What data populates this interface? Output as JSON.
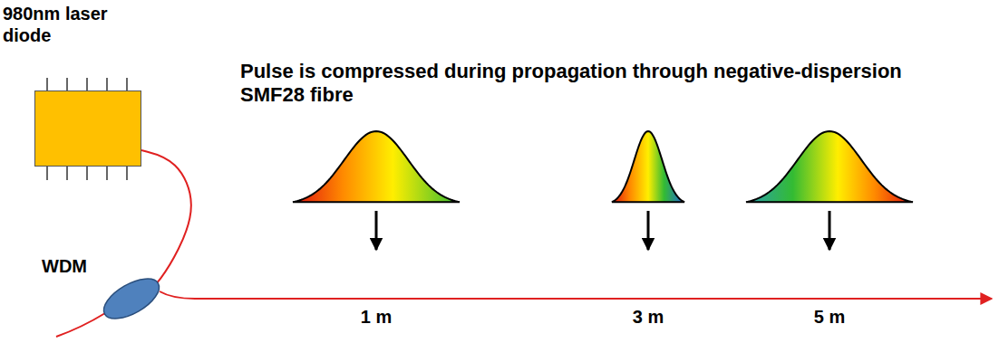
{
  "diagram": {
    "title": "Pulse is compressed during propagation through negative-dispersion SMF28 fibre",
    "nodes": [
      {
        "text": [
          "980nm laser diode"
        ]
      },
      {
        "text": [
          "WDM"
        ]
      }
    ],
    "edges": [
      {
        "from": 0,
        "to": 1,
        "arrow": "none"
      }
    ],
    "labels": [
      "1 m",
      "3 m",
      "5 m"
    ]
  }
}
